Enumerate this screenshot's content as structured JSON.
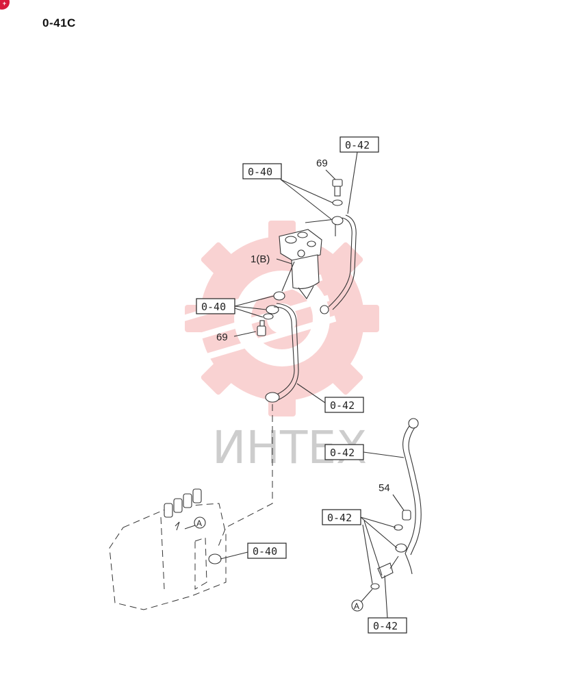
{
  "header": {
    "page_code": "0-41C",
    "badge_glyph": "+"
  },
  "watermark": {
    "text": "ИНТЕХ",
    "color": "#e53935"
  },
  "refs": {
    "r_top": "0-42",
    "r_upper_left": "0-40",
    "r_mid_left": "0-40",
    "r_mid_right": "0-42",
    "r_right_top": "0-42",
    "r_right_mid": "0-42",
    "r_bottom_left": "0-40",
    "r_bottom_right": "0-42"
  },
  "labels": {
    "bolt_top": "69",
    "bolt_mid": "69",
    "filter": "1(B)",
    "plug": "54",
    "point_a_engine": "A",
    "point_a_right": "A"
  }
}
